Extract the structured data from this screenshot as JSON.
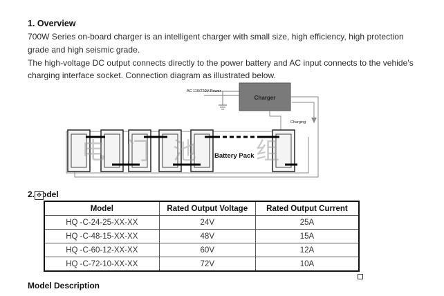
{
  "overview": {
    "heading": "1. Overview",
    "lines": [
      "700W Series on-board charger is an intelligent charger with small size, high efficiency, high protection",
      "grade and high seismic grade.",
      "The high-voltage DC output connects directly to the power battery and AC input connects to the vehide's",
      "charging interface socket. Connection diagram as illustrated below."
    ]
  },
  "diagram": {
    "ac_label": "AC 110/220V Power",
    "charger_label": "Charger",
    "charging_label": "Charging",
    "battery_label": "Battery Pack",
    "watermark": [
      "电",
      "门",
      "池",
      "组"
    ]
  },
  "model_section": {
    "heading": "2.Model",
    "anchor_glyph": "✥",
    "columns": [
      "Model",
      "Rated Output Voltage",
      "Rated Output Current"
    ],
    "rows": [
      [
        "HQ -C-24-25-XX-XX",
        "24V",
        "25A"
      ],
      [
        "HQ -C-48-15-XX-XX",
        "48V",
        "15A"
      ],
      [
        "HQ -C-60-12-XX-XX",
        "60V",
        "12A"
      ],
      [
        "HQ -C-72-10-XX-XX",
        "72V",
        "10A"
      ]
    ]
  },
  "description": {
    "heading": "Model Description"
  }
}
